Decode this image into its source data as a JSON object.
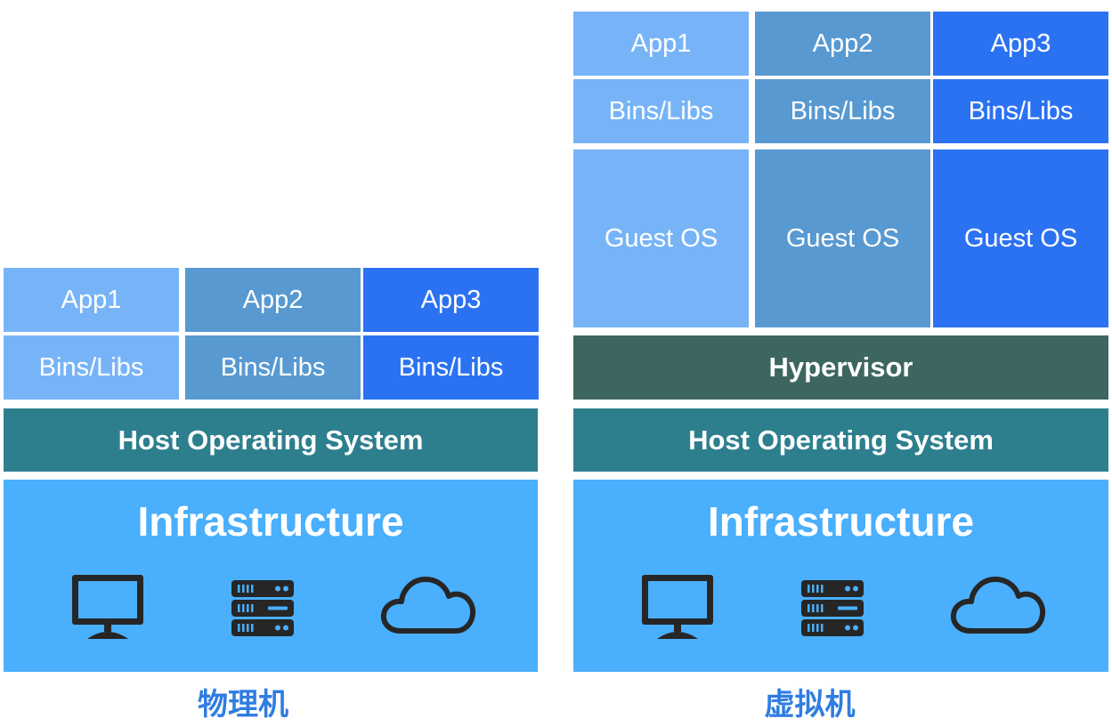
{
  "colors": {
    "column_1": "#77b4f7",
    "column_2": "#5899d1",
    "column_3": "#2b72f3",
    "host_os": "#2d7f8e",
    "hypervisor": "#3e6660",
    "infrastructure": "#4aaffc",
    "caption": "#2f7de1",
    "icon": "#262626"
  },
  "physical": {
    "apps": [
      "App1",
      "App2",
      "App3"
    ],
    "libs": [
      "Bins/Libs",
      "Bins/Libs",
      "Bins/Libs"
    ],
    "host_os": "Host Operating System",
    "infrastructure": {
      "title": "Infrastructure",
      "icons": [
        "monitor-icon",
        "server-icon",
        "cloud-icon"
      ]
    },
    "caption": "物理机"
  },
  "virtual": {
    "apps": [
      "App1",
      "App2",
      "App3"
    ],
    "libs": [
      "Bins/Libs",
      "Bins/Libs",
      "Bins/Libs"
    ],
    "guest_os": [
      "Guest OS",
      "Guest OS",
      "Guest OS"
    ],
    "hypervisor": "Hypervisor",
    "host_os": "Host Operating System",
    "infrastructure": {
      "title": "Infrastructure",
      "icons": [
        "monitor-icon",
        "server-icon",
        "cloud-icon"
      ]
    },
    "caption": "虚拟机"
  }
}
